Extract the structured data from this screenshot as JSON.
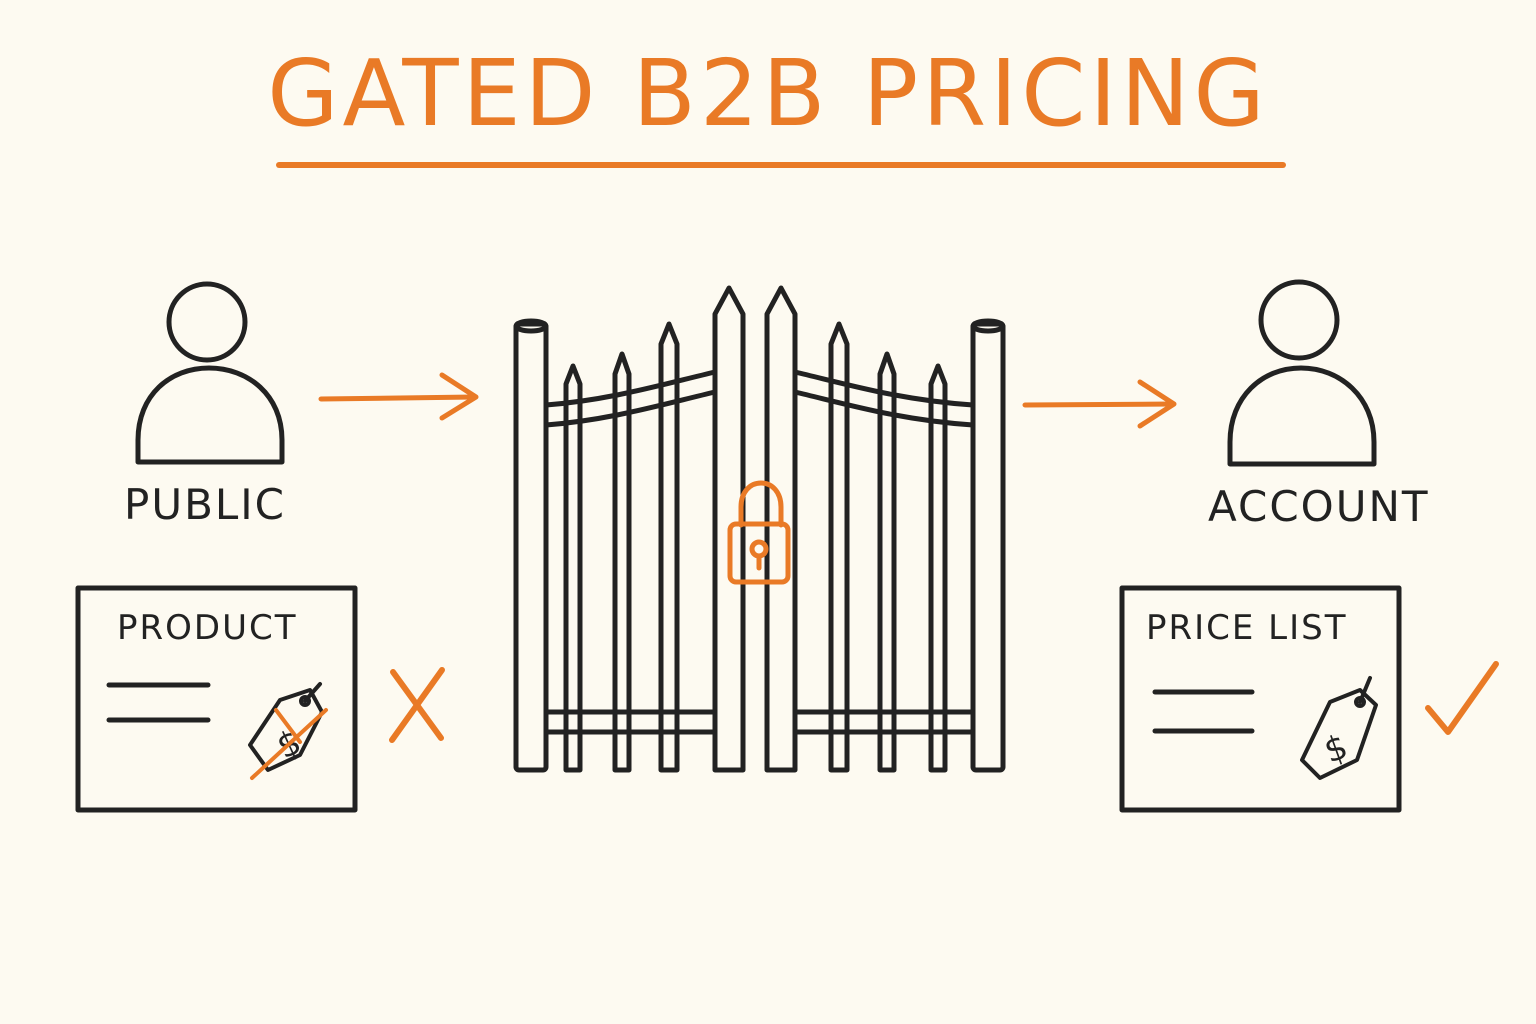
{
  "title": "GATED B2B PRICING",
  "left": {
    "user_label": "PUBLIC",
    "card_label": "PRODUCT",
    "status_icon": "x-mark-icon"
  },
  "right": {
    "user_label": "ACCOUNT",
    "card_label": "PRICE LIST",
    "status_icon": "check-mark-icon"
  },
  "gate": {
    "icon": "padlock-icon"
  },
  "colors": {
    "accent": "#e97a26",
    "ink": "#222222",
    "background": "#fdfaf1"
  }
}
